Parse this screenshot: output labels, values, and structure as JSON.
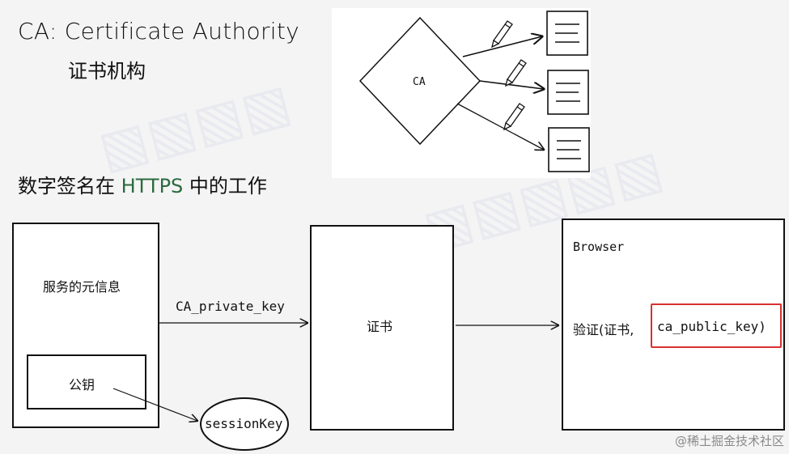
{
  "header": {
    "title": "CA: Certificate Authority",
    "subtitle": "证书机构"
  },
  "section": {
    "prefix": "数字签名在 ",
    "highlight": "HTTPS",
    "suffix": " 中的工作"
  },
  "ca_diagram": {
    "ca_label": "CA"
  },
  "flow": {
    "server_info_label": "服务的元信息",
    "public_key_label": "公钥",
    "session_key_label": "sessionKey",
    "arrow_label": "CA_private_key",
    "certificate_label": "证书",
    "browser_label": "Browser",
    "verify_prefix": "验证(证书,",
    "verify_key": "ca_public_key)"
  },
  "footer": {
    "watermark_text": "@稀土掘金技术社区"
  }
}
